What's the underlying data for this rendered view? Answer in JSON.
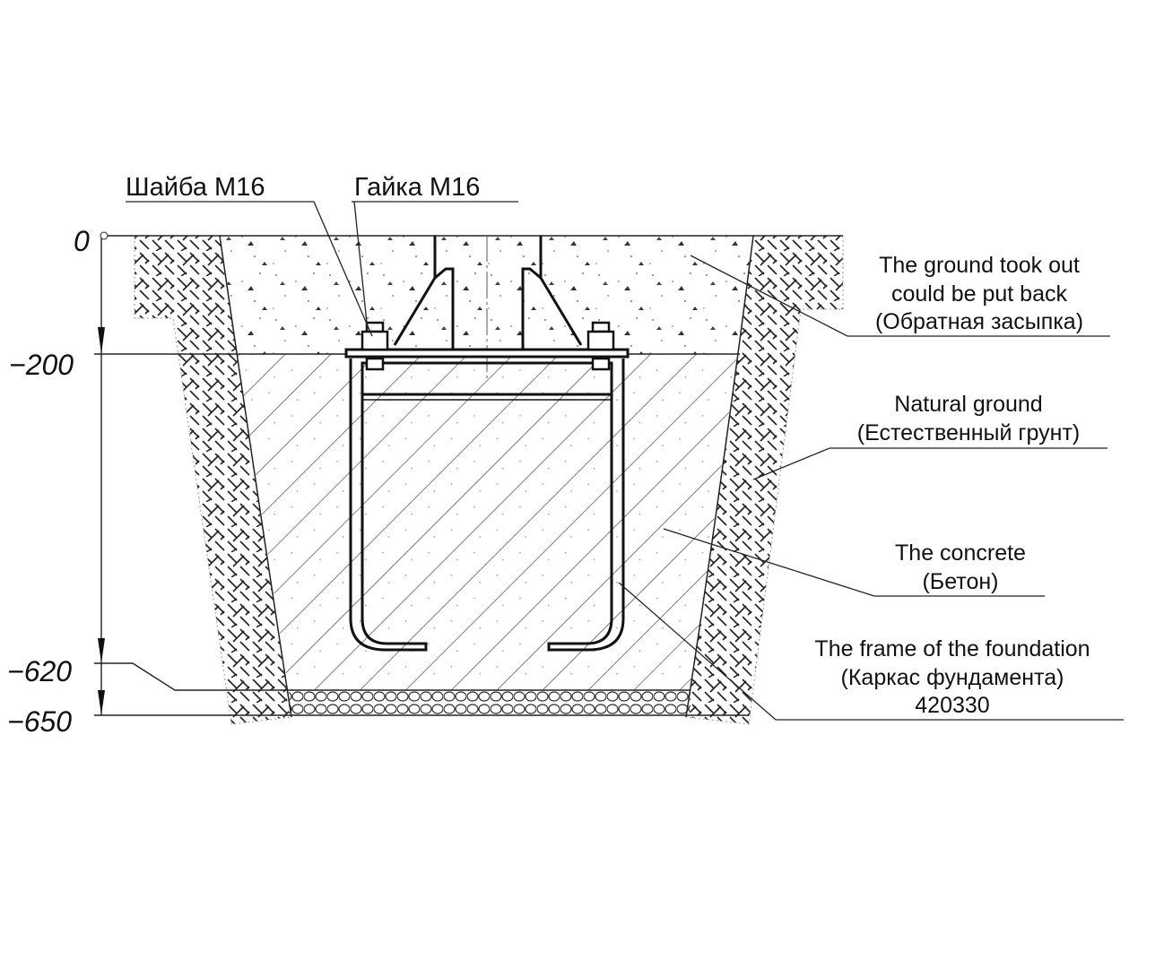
{
  "levels": {
    "zero": "0",
    "l200": "−200",
    "l620": "−620",
    "l650": "−650"
  },
  "callouts": {
    "washer": "Шайба М16",
    "nut": "Гайка М16",
    "backfill": [
      "The ground took out",
      "could be put back",
      "(Обратная засыпка)"
    ],
    "natural": [
      "Natural ground",
      "(Естественный грунт)"
    ],
    "concrete": [
      "The concrete",
      "(Бетон)"
    ],
    "frame": [
      "The frame of the foundation",
      "(Каркас фундамента)",
      "420330"
    ]
  },
  "colors": {
    "ink": "#111111",
    "paper": "#ffffff"
  }
}
